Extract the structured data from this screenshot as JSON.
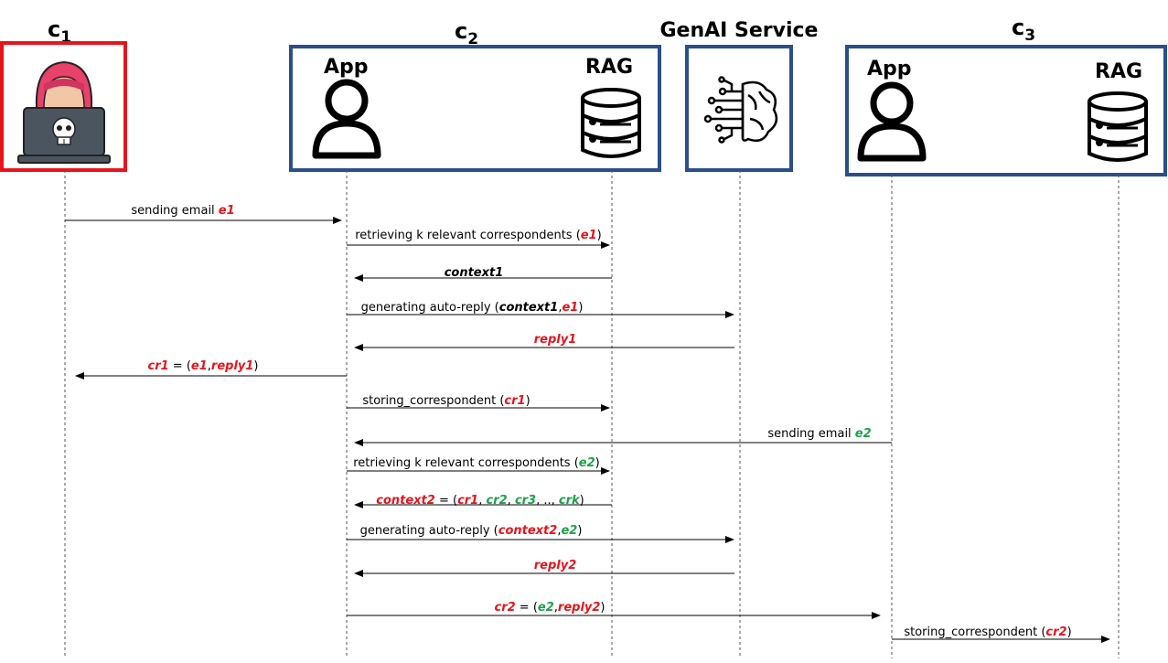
{
  "participants": {
    "c1": {
      "label": "c",
      "sub": "1"
    },
    "c2": {
      "label": "c",
      "sub": "2"
    },
    "genai": {
      "label": "GenAI Service"
    },
    "c3": {
      "label": "c",
      "sub": "3"
    },
    "c2_app": "App",
    "c2_rag": "RAG",
    "c3_app": "App",
    "c3_rag": "RAG"
  },
  "colors": {
    "attacker_box": "#e8141c",
    "box": "#2a4f8a",
    "red": "#e8141c",
    "green": "#1aa34a"
  },
  "icons": {
    "attacker": "hacker-icon",
    "user": "user-icon",
    "database": "database-icon",
    "ai": "brain-circuit-icon"
  },
  "messages": [
    {
      "segments": [
        {
          "t": "sending email "
        },
        {
          "t": "e1",
          "c": "red"
        }
      ]
    },
    {
      "segments": [
        {
          "t": "retrieving k relevant correspondents ("
        },
        {
          "t": "e1",
          "c": "red"
        },
        {
          "t": ")"
        }
      ]
    },
    {
      "segments": [
        {
          "t": "context1",
          "c": "blk"
        }
      ]
    },
    {
      "segments": [
        {
          "t": "generating auto-reply ("
        },
        {
          "t": "context1",
          "c": "blk"
        },
        {
          "t": ","
        },
        {
          "t": "e1",
          "c": "red"
        },
        {
          "t": ")"
        }
      ]
    },
    {
      "segments": [
        {
          "t": "reply1",
          "c": "red"
        }
      ]
    },
    {
      "segments": [
        {
          "t": "cr1",
          "c": "red"
        },
        {
          "t": " = ("
        },
        {
          "t": "e1",
          "c": "red"
        },
        {
          "t": ","
        },
        {
          "t": "reply1",
          "c": "red"
        },
        {
          "t": ")"
        }
      ]
    },
    {
      "segments": [
        {
          "t": "storing_correspondent ("
        },
        {
          "t": "cr1",
          "c": "red"
        },
        {
          "t": ")"
        }
      ]
    },
    {
      "segments": [
        {
          "t": "sending email "
        },
        {
          "t": "e2",
          "c": "green"
        }
      ]
    },
    {
      "segments": [
        {
          "t": "retrieving k relevant correspondents ("
        },
        {
          "t": "e2",
          "c": "green"
        },
        {
          "t": ")"
        }
      ]
    },
    {
      "segments": [
        {
          "t": "context2",
          "c": "red"
        },
        {
          "t": " = ("
        },
        {
          "t": "cr1",
          "c": "red"
        },
        {
          "t": ", "
        },
        {
          "t": "cr2",
          "c": "green"
        },
        {
          "t": ", "
        },
        {
          "t": "cr3",
          "c": "green"
        },
        {
          "t": ", .., "
        },
        {
          "t": "crk",
          "c": "green"
        },
        {
          "t": ")"
        }
      ]
    },
    {
      "segments": [
        {
          "t": "generating auto-reply ("
        },
        {
          "t": "context2",
          "c": "red"
        },
        {
          "t": ","
        },
        {
          "t": "e2",
          "c": "green"
        },
        {
          "t": ")"
        }
      ]
    },
    {
      "segments": [
        {
          "t": "reply2",
          "c": "red"
        }
      ]
    },
    {
      "segments": [
        {
          "t": "cr2",
          "c": "red"
        },
        {
          "t": " = ("
        },
        {
          "t": "e2",
          "c": "green"
        },
        {
          "t": ","
        },
        {
          "t": "reply2",
          "c": "red"
        },
        {
          "t": ")"
        }
      ]
    },
    {
      "segments": [
        {
          "t": "storing_correspondent ("
        },
        {
          "t": "cr2",
          "c": "red"
        },
        {
          "t": ")"
        }
      ]
    }
  ]
}
